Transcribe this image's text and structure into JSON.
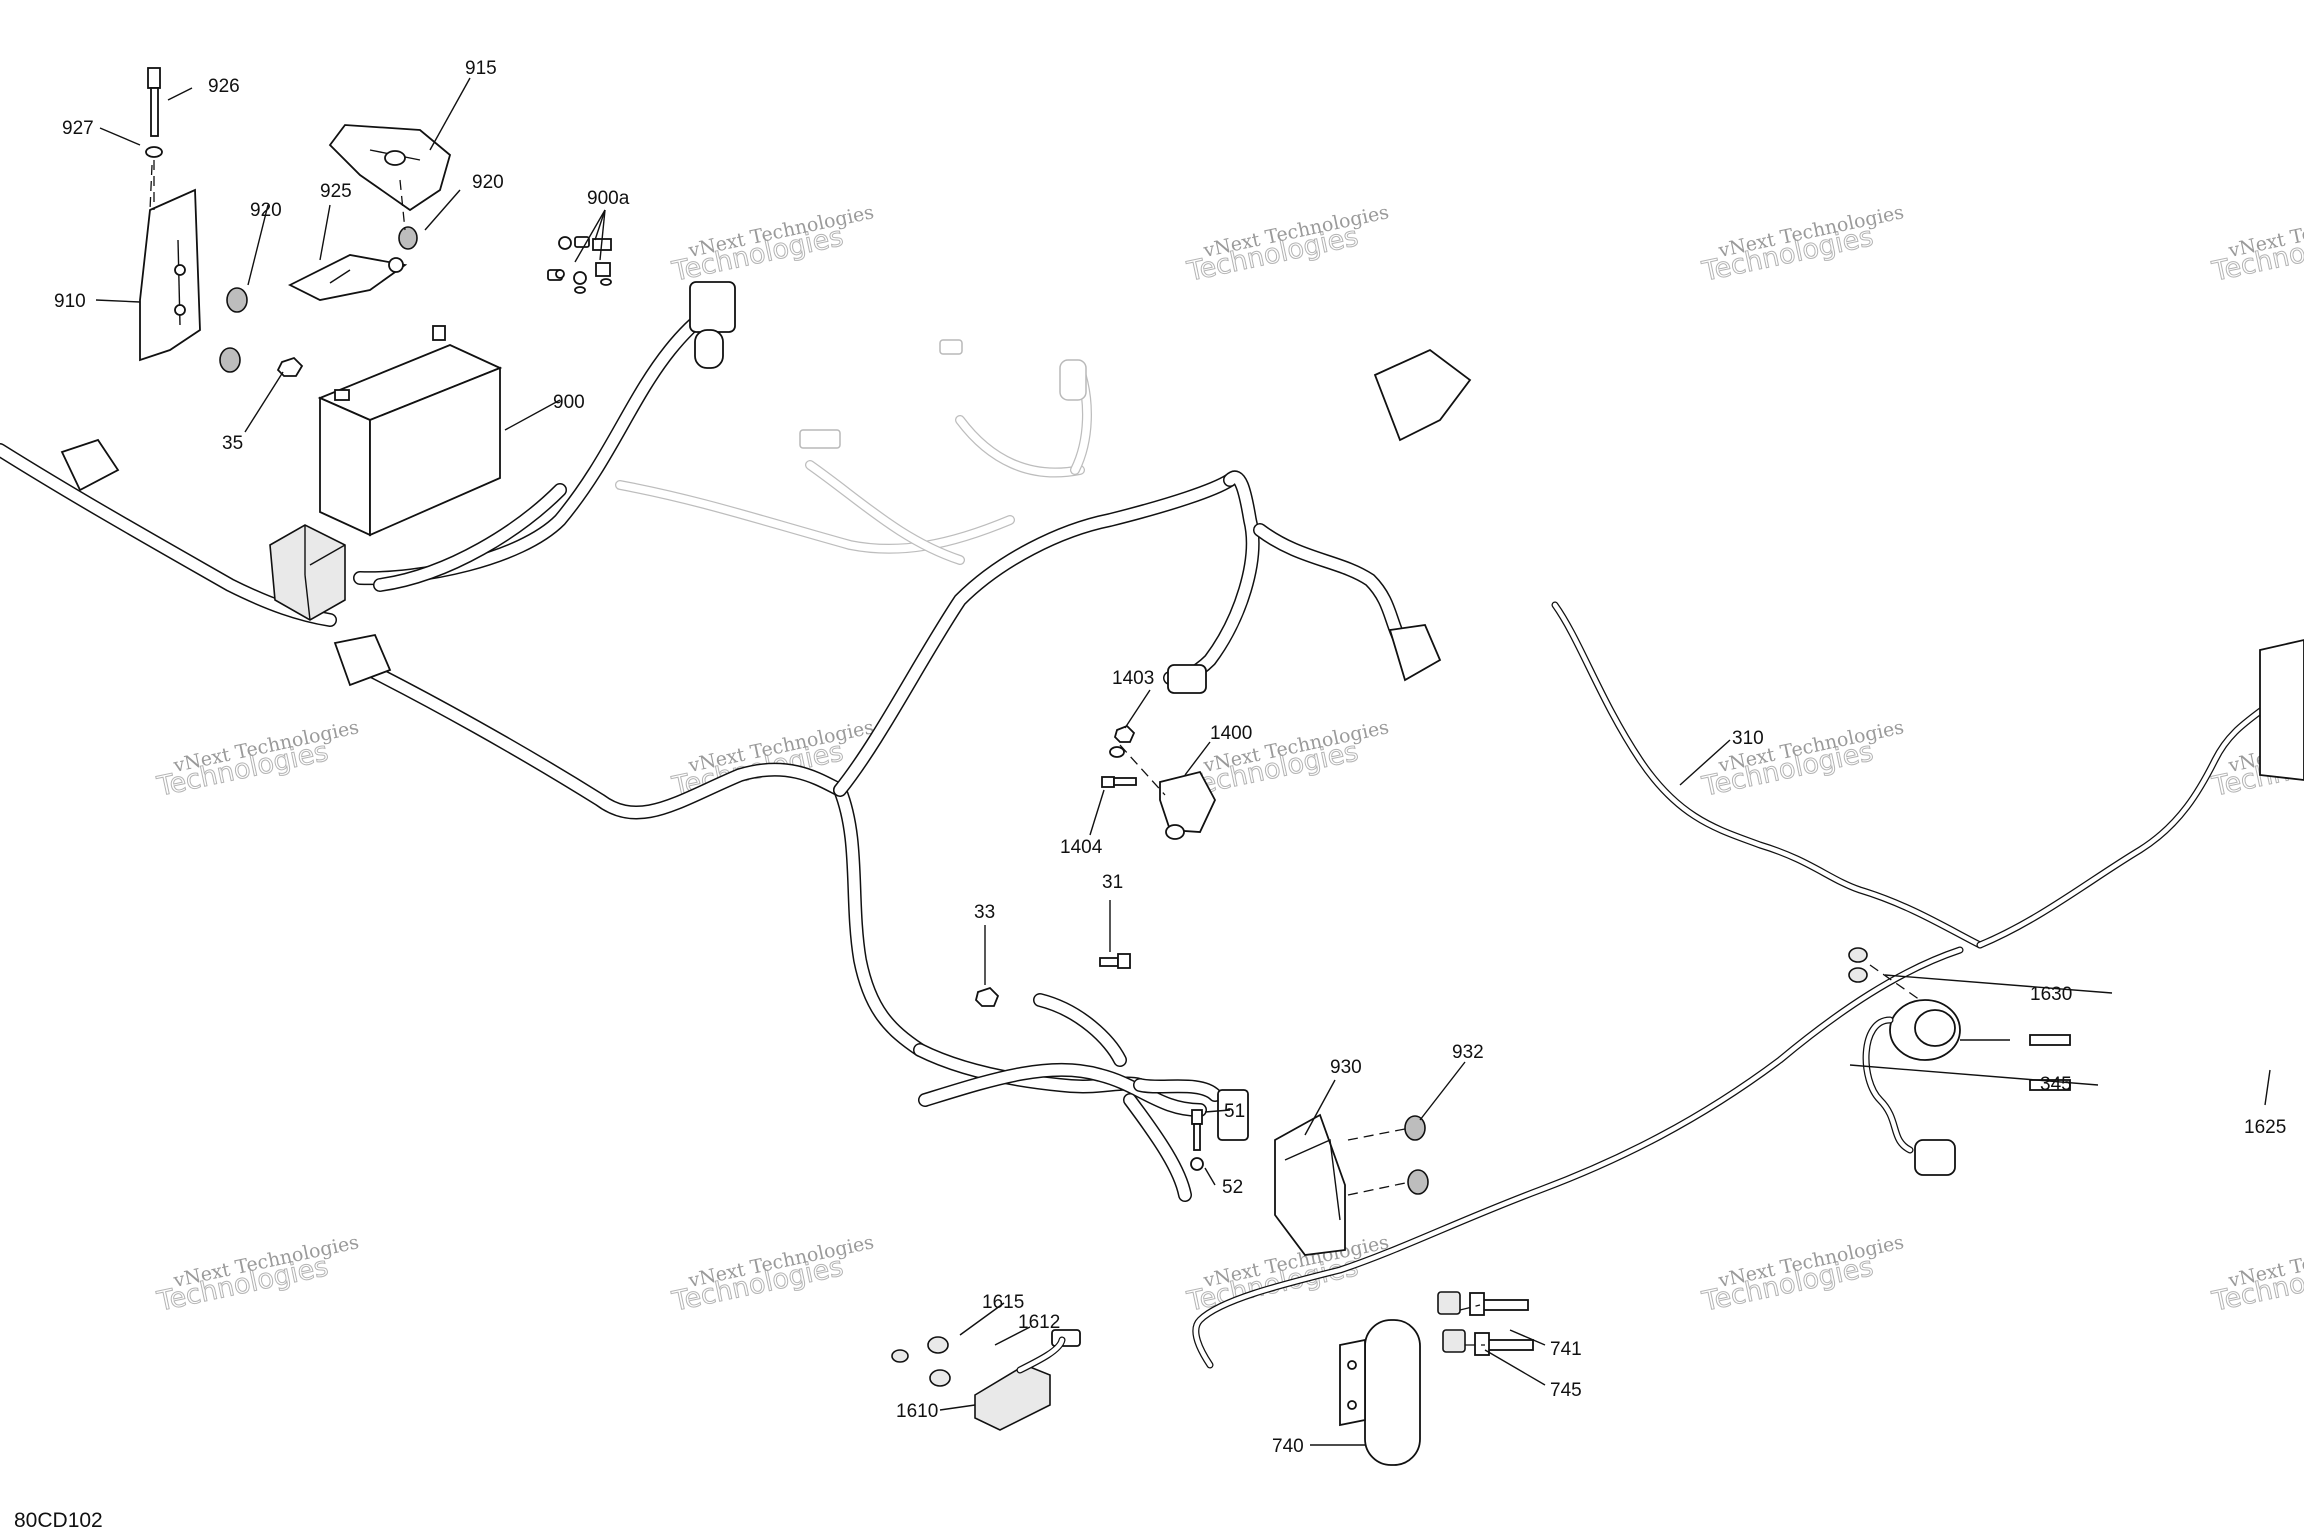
{
  "drawing_code": "80CD102",
  "watermark": {
    "line1": "vNext Technologies",
    "line2": "Technologies"
  },
  "callouts": [
    {
      "id": "926",
      "text": "926"
    },
    {
      "id": "927",
      "text": "927"
    },
    {
      "id": "915",
      "text": "915"
    },
    {
      "id": "920a",
      "text": "920"
    },
    {
      "id": "920b",
      "text": "920"
    },
    {
      "id": "925",
      "text": "925"
    },
    {
      "id": "900a",
      "text": "900a"
    },
    {
      "id": "910",
      "text": "910"
    },
    {
      "id": "900",
      "text": "900"
    },
    {
      "id": "35",
      "text": "35"
    },
    {
      "id": "1403",
      "text": "1403"
    },
    {
      "id": "1400",
      "text": "1400"
    },
    {
      "id": "1404",
      "text": "1404"
    },
    {
      "id": "310",
      "text": "310"
    },
    {
      "id": "33",
      "text": "33"
    },
    {
      "id": "31",
      "text": "31"
    },
    {
      "id": "930",
      "text": "930"
    },
    {
      "id": "932",
      "text": "932"
    },
    {
      "id": "51",
      "text": "51"
    },
    {
      "id": "52",
      "text": "52"
    },
    {
      "id": "1630",
      "text": "1630"
    },
    {
      "id": "345",
      "text": "345"
    },
    {
      "id": "1625",
      "text": "1625"
    },
    {
      "id": "1615",
      "text": "1615"
    },
    {
      "id": "1612",
      "text": "1612"
    },
    {
      "id": "1610",
      "text": "1610"
    },
    {
      "id": "741",
      "text": "741"
    },
    {
      "id": "745",
      "text": "745"
    },
    {
      "id": "740",
      "text": "740"
    }
  ]
}
